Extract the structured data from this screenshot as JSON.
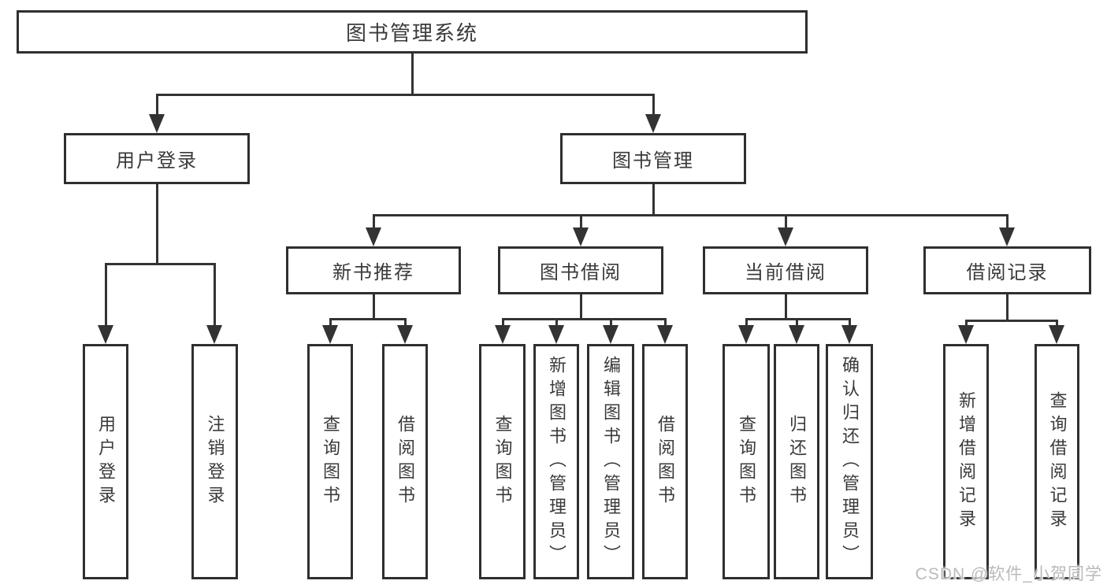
{
  "nodes": {
    "root": "图书管理系统",
    "user_login": "用户登录",
    "book_mgmt": "图书管理",
    "new_book_rec": "新书推荐",
    "book_borrow": "图书借阅",
    "current_borrow": "当前借阅",
    "borrow_record": "借阅记录",
    "ul_user_login": "用户登录",
    "ul_logout": "注销登录",
    "nb_query_book": "查询图书",
    "nb_borrow_book": "借阅图书",
    "bb_query_book": "查询图书",
    "bb_add_book_admin": "新增图书（管理员）",
    "bb_edit_book_admin": "编辑图书（管理员）",
    "bb_borrow_book": "借阅图书",
    "cb_query_book": "查询图书",
    "cb_return_book": "归还图书",
    "cb_confirm_return_admin": "确认归还（管理员）",
    "br_add_record": "新增借阅记录",
    "br_query_record": "查询借阅记录"
  },
  "watermark": {
    "text": "CSDN @软件_小贺同学"
  },
  "colors": {
    "line": "#333333",
    "node_border": "#2f2f2f",
    "node_text": "#3a3a3a",
    "background": "#ffffff",
    "watermark": "#b9babd"
  }
}
